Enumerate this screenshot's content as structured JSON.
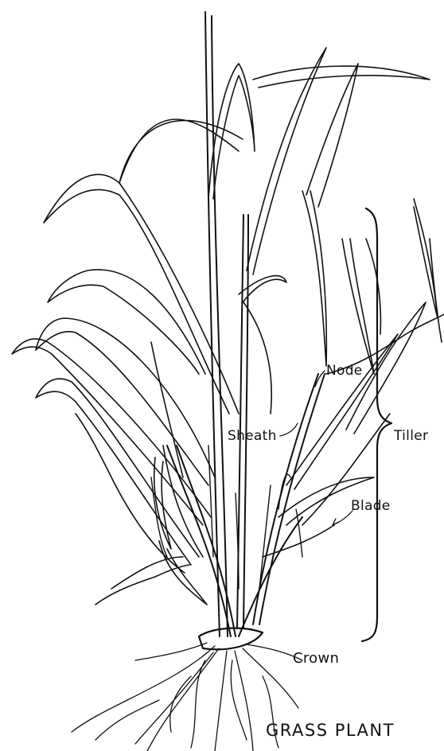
{
  "diagram": {
    "labels": {
      "node": "Node",
      "sheath": "Sheath",
      "tiller": "Tiller",
      "blade": "Blade",
      "crown": "Crown"
    },
    "title": "GRASS PLANT"
  },
  "colors": {
    "ink": "#111111",
    "background": "#ffffff"
  }
}
